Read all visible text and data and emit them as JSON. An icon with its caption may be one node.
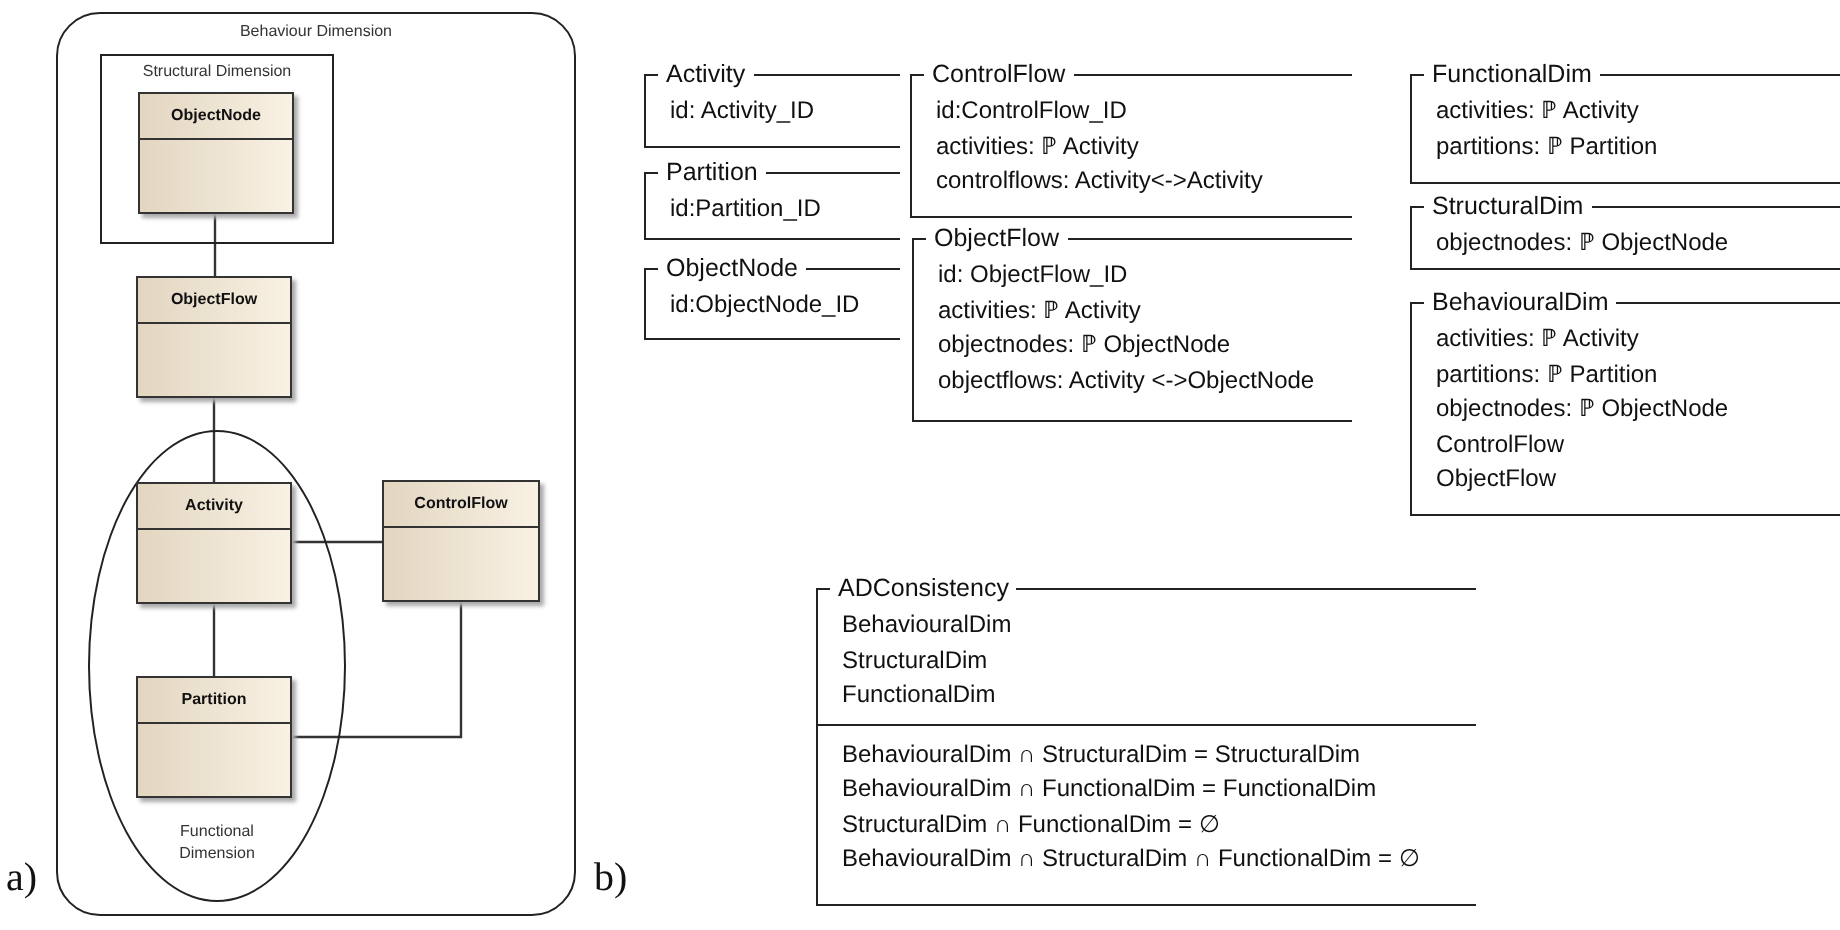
{
  "diagram": {
    "nodes": [
      {
        "text": [
          "Behaviour Dimension"
        ]
      },
      {
        "text": [
          "Structural Dimension"
        ],
        "in": 0
      },
      {
        "text": [
          "ObjectNode"
        ],
        "in": 1
      },
      {
        "text": [
          "ObjectFlow"
        ],
        "in": 0
      },
      {
        "text": [
          "Functional Dimension"
        ],
        "in": 0
      },
      {
        "text": [
          "Activity"
        ],
        "in": 4
      },
      {
        "text": [
          "Partition"
        ],
        "in": 4
      },
      {
        "text": [
          "ControlFlow"
        ],
        "in": 0
      },
      {
        "text": [
          "Activity",
          "id: Activity_ID"
        ]
      },
      {
        "text": [
          "Partition",
          "id:Partition_ID"
        ]
      },
      {
        "text": [
          "ObjectNode",
          "id:ObjectNode_ID"
        ]
      },
      {
        "text": [
          "ControlFlow",
          "id:ControlFlow_ID",
          "activities: ℙ Activity",
          "controlflows: Activity<->Activity"
        ]
      },
      {
        "text": [
          "ObjectFlow",
          "id: ObjectFlow_ID",
          "activities: ℙ Activity",
          "objectnodes: ℙ ObjectNode",
          "objectflows: Activity <->ObjectNode"
        ]
      },
      {
        "text": [
          "FunctionalDim",
          "activities: ℙ Activity",
          "partitions: ℙ Partition"
        ]
      },
      {
        "text": [
          "StructuralDim",
          "objectnodes: ℙ ObjectNode"
        ]
      },
      {
        "text": [
          "BehaviouralDim",
          "activities: ℙ Activity",
          "partitions: ℙ Partition",
          "objectnodes: ℙ ObjectNode",
          "ControlFlow",
          "ObjectFlow"
        ]
      },
      {
        "text": [
          "ADConsistency",
          "BehaviouralDim",
          "StructuralDim",
          "FunctionalDim",
          "BehaviouralDim ∩ StructuralDim = StructuralDim",
          "BehaviouralDim ∩ FunctionalDim = FunctionalDim",
          "StructuralDim ∩ FunctionalDim = ∅",
          "BehaviouralDim ∩ StructuralDim ∩ FunctionalDim = ∅"
        ]
      }
    ],
    "edges": [
      {
        "from": 2,
        "to": 3,
        "arrow": "none"
      },
      {
        "from": 3,
        "to": 5,
        "arrow": "none"
      },
      {
        "from": 5,
        "to": 7,
        "arrow": "none"
      },
      {
        "from": 5,
        "to": 6,
        "arrow": "none"
      },
      {
        "from": 6,
        "to": 7,
        "arrow": "none"
      }
    ],
    "labels": [
      "a)",
      "b)"
    ]
  }
}
